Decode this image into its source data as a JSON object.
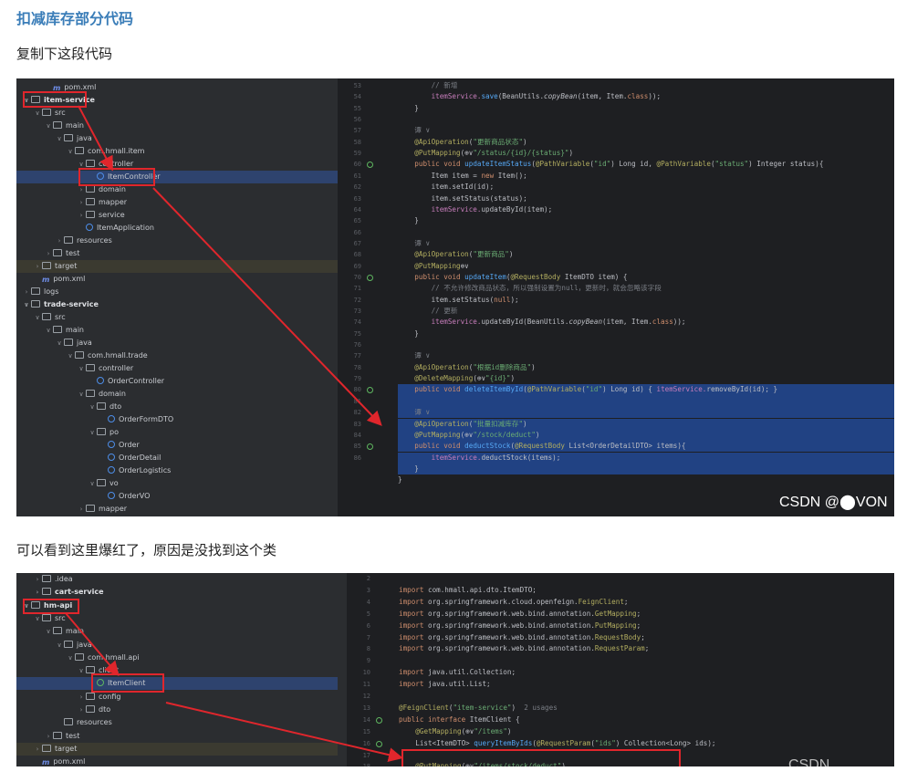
{
  "article": {
    "heading": "扣减库存部分代码",
    "para1": "复制下这段代码",
    "para2": "可以看到这里爆红了，原因是没找到这个类"
  },
  "shot1": {
    "tree": [
      {
        "label": "pom.xml",
        "icon": "mvn",
        "indent": 2,
        "chev": ""
      },
      {
        "label": "item-service",
        "icon": "folder",
        "indent": 0,
        "chev": "v",
        "bold": true
      },
      {
        "label": "src",
        "icon": "folder",
        "indent": 1,
        "chev": "v"
      },
      {
        "label": "main",
        "icon": "folder",
        "indent": 2,
        "chev": "v"
      },
      {
        "label": "java",
        "icon": "folder",
        "indent": 3,
        "chev": "v"
      },
      {
        "label": "com.hmall.item",
        "icon": "folder",
        "indent": 4,
        "chev": "v"
      },
      {
        "label": "controller",
        "icon": "folder",
        "indent": 5,
        "chev": "v"
      },
      {
        "label": "ItemController",
        "icon": "cls",
        "indent": 6,
        "chev": "",
        "sel": true
      },
      {
        "label": "domain",
        "icon": "folder",
        "indent": 5,
        "chev": ">"
      },
      {
        "label": "mapper",
        "icon": "folder",
        "indent": 5,
        "chev": ">"
      },
      {
        "label": "service",
        "icon": "folder",
        "indent": 5,
        "chev": ">"
      },
      {
        "label": "ItemApplication",
        "icon": "cls",
        "indent": 5,
        "chev": ""
      },
      {
        "label": "resources",
        "icon": "folder",
        "indent": 3,
        "chev": ">"
      },
      {
        "label": "test",
        "icon": "folder",
        "indent": 2,
        "chev": ">"
      },
      {
        "label": "target",
        "icon": "folder",
        "indent": 1,
        "chev": ">",
        "target": true
      },
      {
        "label": "pom.xml",
        "icon": "mvn",
        "indent": 1,
        "chev": ""
      },
      {
        "label": "logs",
        "icon": "folder",
        "indent": 0,
        "chev": ">"
      },
      {
        "label": "trade-service",
        "icon": "folder",
        "indent": 0,
        "chev": "v",
        "bold": true
      },
      {
        "label": "src",
        "icon": "folder",
        "indent": 1,
        "chev": "v"
      },
      {
        "label": "main",
        "icon": "folder",
        "indent": 2,
        "chev": "v"
      },
      {
        "label": "java",
        "icon": "folder",
        "indent": 3,
        "chev": "v"
      },
      {
        "label": "com.hmall.trade",
        "icon": "folder",
        "indent": 4,
        "chev": "v"
      },
      {
        "label": "controller",
        "icon": "folder",
        "indent": 5,
        "chev": "v"
      },
      {
        "label": "OrderController",
        "icon": "cls",
        "indent": 6,
        "chev": ""
      },
      {
        "label": "domain",
        "icon": "folder",
        "indent": 5,
        "chev": "v"
      },
      {
        "label": "dto",
        "icon": "folder",
        "indent": 6,
        "chev": "v"
      },
      {
        "label": "OrderFormDTO",
        "icon": "cls",
        "indent": 7,
        "chev": ""
      },
      {
        "label": "po",
        "icon": "folder",
        "indent": 6,
        "chev": "v"
      },
      {
        "label": "Order",
        "icon": "cls",
        "indent": 7,
        "chev": ""
      },
      {
        "label": "OrderDetail",
        "icon": "cls",
        "indent": 7,
        "chev": ""
      },
      {
        "label": "OrderLogistics",
        "icon": "cls",
        "indent": 7,
        "chev": ""
      },
      {
        "label": "vo",
        "icon": "folder",
        "indent": 6,
        "chev": "v"
      },
      {
        "label": "OrderVO",
        "icon": "cls",
        "indent": 7,
        "chev": ""
      },
      {
        "label": "mapper",
        "icon": "folder",
        "indent": 5,
        "chev": ">"
      }
    ],
    "lines": [
      "53",
      "54",
      "55",
      "56",
      "57",
      "58",
      "59",
      "60",
      "61",
      "62",
      "63",
      "64",
      "65",
      "66",
      "67",
      "68",
      "69",
      "70",
      "71",
      "72",
      "73",
      "74",
      "75",
      "76",
      "77",
      "78",
      "79",
      "80",
      "81",
      "82",
      "83",
      "84",
      "85",
      "86"
    ],
    "code": [
      [
        [
          "        ",
          ""
        ],
        [
          "// 新增",
          "cm"
        ]
      ],
      [
        [
          "        itemService.",
          "fd"
        ],
        [
          "save",
          "fn"
        ],
        [
          "(BeanUtils.",
          ""
        ],
        [
          "copyBean",
          "it"
        ],
        [
          "(item, Item.",
          ""
        ],
        [
          "class",
          "kw"
        ],
        [
          "));",
          ""
        ]
      ],
      [
        [
          "    }",
          ""
        ]
      ],
      [
        [
          "",
          ""
        ]
      ],
      [
        [
          "    ",
          ""
        ],
        [
          "谭 ∨",
          "cm"
        ]
      ],
      [
        [
          "    ",
          ""
        ],
        [
          "@ApiOperation",
          "an"
        ],
        [
          "(",
          ""
        ],
        [
          "\"更新商品状态\"",
          "st"
        ],
        [
          ")",
          ""
        ]
      ],
      [
        [
          "    ",
          ""
        ],
        [
          "@PutMapping",
          "an"
        ],
        [
          "(⊕∨",
          ""
        ],
        [
          "\"/status/{id}/{status}\"",
          "st"
        ],
        [
          ")",
          ""
        ]
      ],
      [
        [
          "    ",
          ""
        ],
        [
          "public void ",
          "kw"
        ],
        [
          "updateItemStatus",
          "fn"
        ],
        [
          "(",
          ""
        ],
        [
          "@PathVariable",
          "an"
        ],
        [
          "(",
          ""
        ],
        [
          "\"id\"",
          "st"
        ],
        [
          ") Long id, ",
          ""
        ],
        [
          "@PathVariable",
          "an"
        ],
        [
          "(",
          ""
        ],
        [
          "\"status\"",
          "st"
        ],
        [
          ") Integer status){",
          ""
        ]
      ],
      [
        [
          "        Item item = ",
          ""
        ],
        [
          "new ",
          "kw"
        ],
        [
          "Item();",
          ""
        ]
      ],
      [
        [
          "        item.setId(id);",
          ""
        ]
      ],
      [
        [
          "        item.setStatus(status);",
          ""
        ]
      ],
      [
        [
          "        itemService.",
          "fd"
        ],
        [
          "updateById(item);",
          ""
        ]
      ],
      [
        [
          "    }",
          ""
        ]
      ],
      [
        [
          "",
          ""
        ]
      ],
      [
        [
          "    ",
          ""
        ],
        [
          "谭 ∨",
          "cm"
        ]
      ],
      [
        [
          "    ",
          ""
        ],
        [
          "@ApiOperation",
          "an"
        ],
        [
          "(",
          ""
        ],
        [
          "\"更新商品\"",
          "st"
        ],
        [
          ")",
          ""
        ]
      ],
      [
        [
          "    ",
          ""
        ],
        [
          "@PutMapping",
          "an"
        ],
        [
          "⊕∨",
          ""
        ]
      ],
      [
        [
          "    ",
          ""
        ],
        [
          "public void ",
          "kw"
        ],
        [
          "updateItem",
          "fn"
        ],
        [
          "(",
          ""
        ],
        [
          "@RequestBody ",
          "an"
        ],
        [
          "ItemDTO item) {",
          ""
        ]
      ],
      [
        [
          "        ",
          ""
        ],
        [
          "// 不允许修改商品状态，所以强制设置为null，更新时，就会忽略该字段",
          "cm"
        ]
      ],
      [
        [
          "        item.setStatus(",
          ""
        ],
        [
          "null",
          "kw"
        ],
        [
          ");",
          ""
        ]
      ],
      [
        [
          "        ",
          ""
        ],
        [
          "// 更新",
          "cm"
        ]
      ],
      [
        [
          "        itemService.",
          "fd"
        ],
        [
          "updateById(BeanUtils.",
          ""
        ],
        [
          "copyBean",
          "it"
        ],
        [
          "(item, Item.",
          ""
        ],
        [
          "class",
          "kw"
        ],
        [
          "));",
          ""
        ]
      ],
      [
        [
          "    }",
          ""
        ]
      ],
      [
        [
          "",
          ""
        ]
      ],
      [
        [
          "    ",
          ""
        ],
        [
          "谭 ∨",
          "cm"
        ]
      ],
      [
        [
          "    ",
          ""
        ],
        [
          "@ApiOperation",
          "an"
        ],
        [
          "(",
          ""
        ],
        [
          "\"根据id删除商品\"",
          "st"
        ],
        [
          ")",
          ""
        ]
      ],
      [
        [
          "    ",
          ""
        ],
        [
          "@DeleteMapping",
          "an"
        ],
        [
          "(⊕∨",
          ""
        ],
        [
          "\"{id}\"",
          "st"
        ],
        [
          ")",
          ""
        ]
      ],
      [
        [
          "    ",
          ""
        ],
        [
          "public void ",
          "kw"
        ],
        [
          "deleteItemById",
          "fn"
        ],
        [
          "(",
          ""
        ],
        [
          "@PathVariable",
          "an"
        ],
        [
          "(",
          ""
        ],
        [
          "\"id\"",
          "st"
        ],
        [
          ") Long id) { ",
          ""
        ],
        [
          "itemService.",
          "fd"
        ],
        [
          "removeById(id); }",
          ""
        ]
      ],
      [
        [
          "",
          ""
        ]
      ],
      [
        [
          "    ",
          ""
        ],
        [
          "谭 ∨",
          "cm"
        ]
      ],
      [
        [
          "    ",
          ""
        ],
        [
          "@ApiOperation",
          "an"
        ],
        [
          "(",
          ""
        ],
        [
          "\"批量扣减库存\"",
          "st"
        ],
        [
          ")",
          ""
        ]
      ],
      [
        [
          "    ",
          ""
        ],
        [
          "@PutMapping",
          "an"
        ],
        [
          "(⊕∨",
          ""
        ],
        [
          "\"/stock/deduct\"",
          "st"
        ],
        [
          ")",
          ""
        ]
      ],
      [
        [
          "    ",
          ""
        ],
        [
          "public void ",
          "kw"
        ],
        [
          "deductStock",
          "fn"
        ],
        [
          "(",
          ""
        ],
        [
          "@RequestBody ",
          "an"
        ],
        [
          "List<OrderDetailDTO> items){",
          ""
        ]
      ],
      [
        [
          "        itemService.",
          "fd"
        ],
        [
          "deductStock(items);",
          ""
        ]
      ],
      [
        [
          "    }",
          ""
        ]
      ],
      [
        [
          "}",
          ""
        ]
      ]
    ],
    "watermark": "CSDN @⬤VON"
  },
  "shot2": {
    "tree": [
      {
        "label": ".idea",
        "icon": "folder",
        "indent": 1,
        "chev": ">"
      },
      {
        "label": "cart-service",
        "icon": "folder",
        "indent": 1,
        "chev": ">",
        "bold": true
      },
      {
        "label": "hm-api",
        "icon": "folder",
        "indent": 0,
        "chev": "v",
        "bold": true
      },
      {
        "label": "src",
        "icon": "folder",
        "indent": 1,
        "chev": "v"
      },
      {
        "label": "main",
        "icon": "folder",
        "indent": 2,
        "chev": "v"
      },
      {
        "label": "java",
        "icon": "folder",
        "indent": 3,
        "chev": "v"
      },
      {
        "label": "com.hmall.api",
        "icon": "folder",
        "indent": 4,
        "chev": "v"
      },
      {
        "label": "client",
        "icon": "folder",
        "indent": 5,
        "chev": "v"
      },
      {
        "label": "ItemClient",
        "icon": "intf",
        "indent": 6,
        "chev": "",
        "sel2": true
      },
      {
        "label": "config",
        "icon": "folder",
        "indent": 5,
        "chev": ">"
      },
      {
        "label": "dto",
        "icon": "folder",
        "indent": 5,
        "chev": ">"
      },
      {
        "label": "resources",
        "icon": "folder",
        "indent": 3,
        "chev": ""
      },
      {
        "label": "test",
        "icon": "folder",
        "indent": 2,
        "chev": ">"
      },
      {
        "label": "target",
        "icon": "folder",
        "indent": 1,
        "chev": ">",
        "target": true
      },
      {
        "label": "pom.xml",
        "icon": "mvn",
        "indent": 1,
        "chev": ""
      }
    ],
    "lines": [
      "2",
      "3",
      "4",
      "5",
      "6",
      "7",
      "8",
      "9",
      "10",
      "11",
      "12",
      "13",
      "14",
      "15",
      "16",
      "17",
      "18"
    ],
    "code": [
      [
        [
          "",
          ""
        ]
      ],
      [
        [
          "import ",
          "kw"
        ],
        [
          "com.hmall.api.dto.ItemDTO;",
          ""
        ]
      ],
      [
        [
          "import ",
          "kw"
        ],
        [
          "org.springframework.cloud.openfeign.",
          ""
        ],
        [
          "FeignClient",
          "an"
        ],
        [
          ";",
          ""
        ]
      ],
      [
        [
          "import ",
          "kw"
        ],
        [
          "org.springframework.web.bind.annotation.",
          ""
        ],
        [
          "GetMapping",
          "an"
        ],
        [
          ";",
          ""
        ]
      ],
      [
        [
          "import ",
          "kw"
        ],
        [
          "org.springframework.web.bind.annotation.",
          ""
        ],
        [
          "PutMapping",
          "an"
        ],
        [
          ";",
          ""
        ]
      ],
      [
        [
          "import ",
          "kw"
        ],
        [
          "org.springframework.web.bind.annotation.",
          ""
        ],
        [
          "RequestBody",
          "an"
        ],
        [
          ";",
          ""
        ]
      ],
      [
        [
          "import ",
          "kw"
        ],
        [
          "org.springframework.web.bind.annotation.",
          ""
        ],
        [
          "RequestParam",
          "an"
        ],
        [
          ";",
          ""
        ]
      ],
      [
        [
          "",
          ""
        ]
      ],
      [
        [
          "import ",
          "kw"
        ],
        [
          "java.util.Collection;",
          ""
        ]
      ],
      [
        [
          "import ",
          "kw"
        ],
        [
          "java.util.List;",
          ""
        ]
      ],
      [
        [
          "",
          ""
        ]
      ],
      [
        [
          "@FeignClient",
          "an"
        ],
        [
          "(",
          ""
        ],
        [
          "\"item-service\"",
          "st"
        ],
        [
          ")  ",
          ""
        ],
        [
          "2 usages",
          "cm"
        ]
      ],
      [
        [
          "public interface ",
          "kw"
        ],
        [
          "ItemClient {",
          ""
        ]
      ],
      [
        [
          "    ",
          ""
        ],
        [
          "@GetMapping",
          "an"
        ],
        [
          "(⊕∨",
          ""
        ],
        [
          "\"/items\"",
          "st"
        ],
        [
          ")",
          ""
        ]
      ],
      [
        [
          "    List<ItemDTO> ",
          ""
        ],
        [
          "queryItemByIds",
          "fn"
        ],
        [
          "(",
          ""
        ],
        [
          "@RequestParam",
          "an"
        ],
        [
          "(",
          ""
        ],
        [
          "\"ids\"",
          "st"
        ],
        [
          ") Collection<Long> ids);",
          ""
        ]
      ],
      [
        [
          "",
          ""
        ]
      ],
      [
        [
          "    ",
          ""
        ],
        [
          "@PutMapping",
          "an"
        ],
        [
          "(⊕∨",
          ""
        ],
        [
          "\"/items/stock/deduct\"",
          "st"
        ],
        [
          ")",
          ""
        ]
      ]
    ],
    "watermark": "CSDN @⬤VON"
  }
}
